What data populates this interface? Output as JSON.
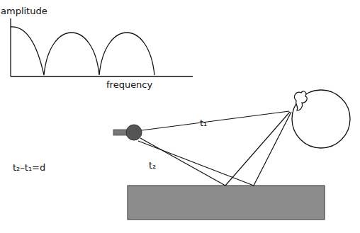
{
  "diagram": {
    "labels": [
      "amplitude",
      "frequency",
      "t₁",
      "t₂",
      "t₂–t₁=d"
    ]
  }
}
